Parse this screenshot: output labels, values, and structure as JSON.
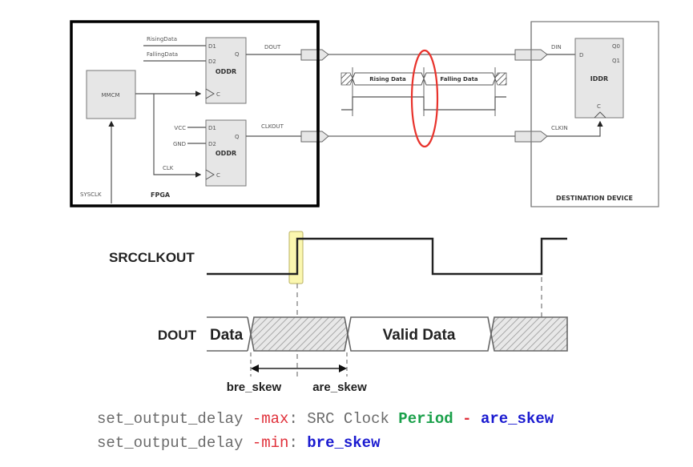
{
  "schematic": {
    "fpga": {
      "label": "FPGA",
      "mmcm_label": "MMCM",
      "sysclk_label": "SYSCLK",
      "clk_label": "CLK",
      "oddr_data": {
        "name": "ODDR",
        "d1": "D1",
        "d2": "D2",
        "q": "Q",
        "c": "C",
        "in1_label": "RisingData",
        "in2_label": "FallingData",
        "out_label": "DOUT"
      },
      "oddr_clock": {
        "name": "ODDR",
        "d1": "D1",
        "d2": "D2",
        "q": "Q",
        "c": "C",
        "in1_label": "VCC",
        "in2_label": "GND",
        "out_label": "CLKOUT"
      }
    },
    "destination": {
      "label": "DESTINATION DEVICE",
      "iddr": {
        "name": "IDDR",
        "d": "D",
        "q0": "Q0",
        "q1": "Q1",
        "c": "C"
      },
      "din_label": "DIN",
      "clkin_label": "CLKIN"
    },
    "mini_timing": {
      "rising_label": "Rising Data",
      "falling_label": "Falling Data"
    },
    "highlight_color": "#e8322b"
  },
  "timing": {
    "clock_label": "SRCCLKOUT",
    "data_label": "DOUT",
    "segments": [
      {
        "type": "data",
        "label": "Data"
      },
      {
        "type": "invalid",
        "label": ""
      },
      {
        "type": "data",
        "label": "Valid Data"
      },
      {
        "type": "invalid",
        "label": ""
      }
    ],
    "bre_label": "bre_skew",
    "are_label": "are_skew",
    "edge_highlight_color": "#fbf7b0"
  },
  "constraints": {
    "line1": {
      "cmd": "set_output_delay ",
      "opt": "-max",
      "colon": ": ",
      "text": "SRC Clock ",
      "period": "Period",
      "minus": " - ",
      "skew": "are_skew"
    },
    "line2": {
      "cmd": "set_output_delay ",
      "opt": "-min",
      "colon": ": ",
      "skew": "bre_skew"
    }
  }
}
